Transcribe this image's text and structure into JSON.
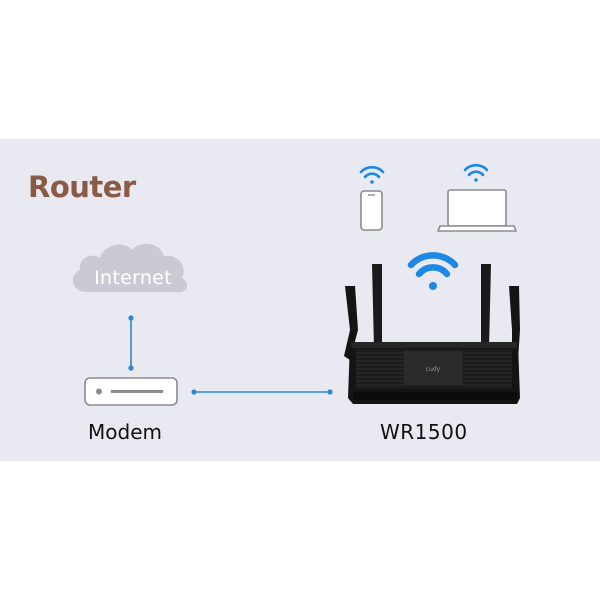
{
  "diagram": {
    "title": "Router",
    "cloud_label": "Internet",
    "modem_label": "Modem",
    "router_label": "WR1500",
    "router_brand": "cudy"
  },
  "colors": {
    "background": "#e9e9f2",
    "title": "#8a5a44",
    "cloud": "#c9cad3",
    "link": "#2e86d4",
    "wifi_blue": "#1e88e5",
    "device_outline": "#8a8a90",
    "router_body": "#141414"
  },
  "icons": [
    "phone-icon",
    "laptop-icon",
    "wifi-icon",
    "cloud-icon",
    "modem-icon",
    "router-icon"
  ]
}
